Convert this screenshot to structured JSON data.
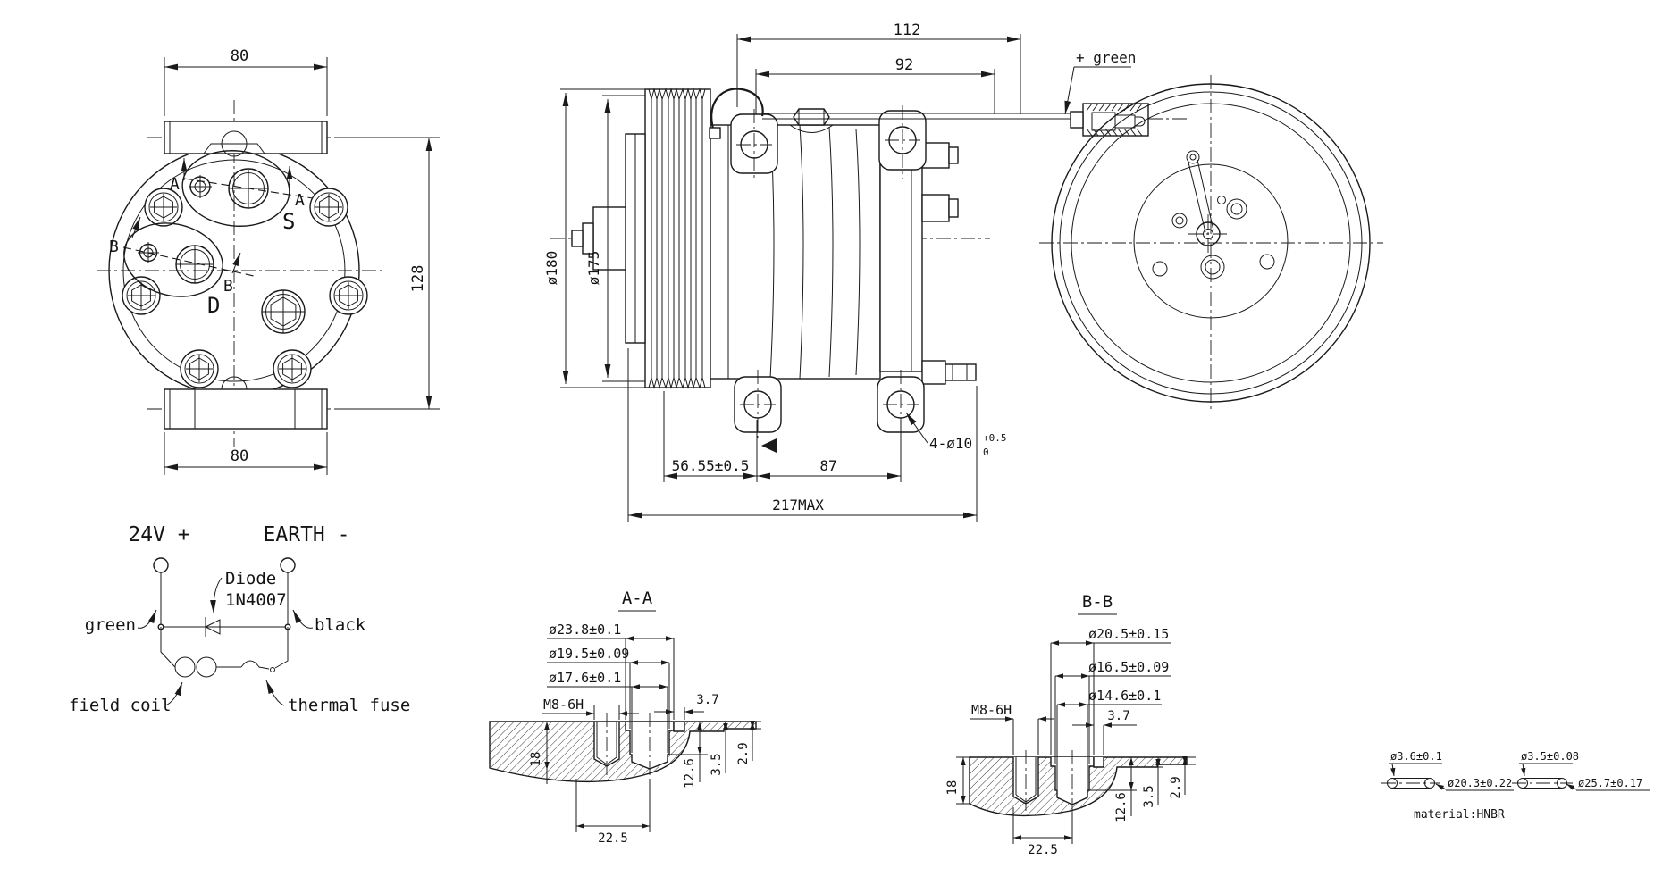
{
  "colors": {
    "ink": "#1a1a1a",
    "background": "#ffffff"
  },
  "front_view": {
    "dim_top": "80",
    "dim_bottom": "80",
    "dim_side": "128",
    "label_a_left": "A",
    "label_a_right": "A",
    "label_b_left": "B",
    "label_b_right": "B",
    "label_suction": "S",
    "label_discharge": "D"
  },
  "wiring": {
    "terminal_positive": "24V +",
    "terminal_negative": "EARTH -",
    "diode_line1": "Diode",
    "diode_line2": "1N4007",
    "wire_green": "green",
    "wire_black": "black",
    "field_coil": "field coil",
    "thermal_fuse": "thermal fuse"
  },
  "side_view": {
    "dim_112": "112",
    "dim_92": "92",
    "dim_dia180": "ø180",
    "dim_dia175": "ø175",
    "wire_label": "+ green",
    "dim_5655": "56.55±0.5",
    "dim_87": "87",
    "dim_217": "217MAX",
    "dim_holes": "4-ø10",
    "dim_holes_tol_upper": "+0.5",
    "dim_holes_tol_lower": "0"
  },
  "section_aa": {
    "title": "A-A",
    "dia_1": "ø23.8±0.1",
    "dia_2": "ø19.5±0.09",
    "dia_3": "ø17.6±0.1",
    "thread": "M8-6H",
    "dim_37": "3.7",
    "dim_18": "18",
    "dim_126": "12.6",
    "dim_35": "3.5",
    "dim_29": "2.9",
    "dim_225": "22.5"
  },
  "section_bb": {
    "title": "B-B",
    "dia_1": "ø20.5±0.15",
    "dia_2": "ø16.5±0.09",
    "dia_3": "ø14.6±0.1",
    "thread": "M8-6H",
    "dim_37": "3.7",
    "dim_18": "18",
    "dim_126": "12.6",
    "dim_35": "3.5",
    "dim_29": "2.9",
    "dim_225": "22.5"
  },
  "oring_details": {
    "left_cross_section": "ø3.6±0.1",
    "left_diameter": "ø20.3±0.22",
    "right_cross_section": "ø3.5±0.08",
    "right_diameter": "ø25.7±0.17",
    "material": "material:HNBR"
  }
}
